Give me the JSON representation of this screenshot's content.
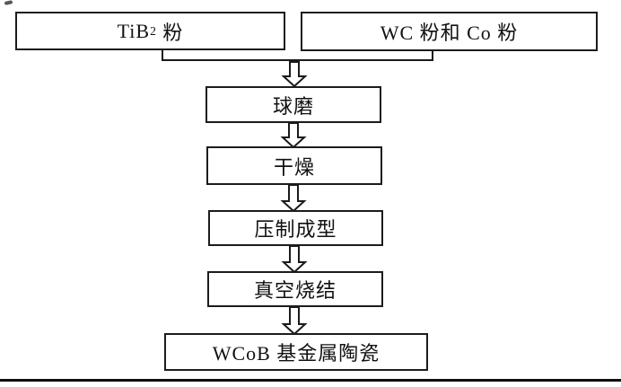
{
  "diagram": {
    "type": "flowchart",
    "description": "Preparation process flow of WCoB-based cermet",
    "nodes": {
      "input_left": {
        "text_latin": "TiB",
        "text_sub": "2",
        "text_rest": " 粉"
      },
      "input_right": {
        "label": "WC 粉和 Co 粉"
      },
      "step_ball_milling": {
        "label": "球磨"
      },
      "step_drying": {
        "label": "干燥"
      },
      "step_press_forming": {
        "label": "压制成型"
      },
      "step_vacuum_sintering": {
        "label": "真空烧结"
      },
      "result": {
        "label": "WCoB 基金属陶瓷"
      }
    },
    "edges": [
      "input_left -> step_ball_milling",
      "input_right -> step_ball_milling",
      "step_ball_milling -> step_drying",
      "step_drying -> step_press_forming",
      "step_press_forming -> step_vacuum_sintering",
      "step_vacuum_sintering -> result"
    ]
  },
  "colors": {
    "line": "#1a1a1a",
    "box_border": "#1c1c1c",
    "box_fill": "#ffffff",
    "background": "#ffffff",
    "bottom_rule": "#0f0f0f"
  }
}
